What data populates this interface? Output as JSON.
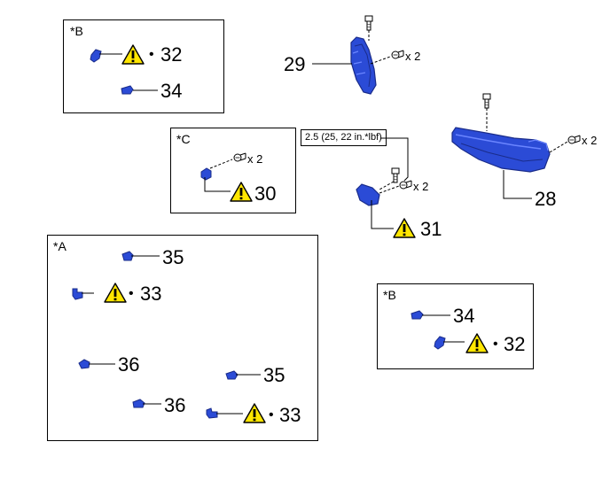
{
  "boxes": {
    "b_top": {
      "label": "*B"
    },
    "c": {
      "label": "*C"
    },
    "a": {
      "label": "*A"
    },
    "b_right": {
      "label": "*B"
    }
  },
  "parts": {
    "p28": "28",
    "p29": "29",
    "p30": "30",
    "p31": "31",
    "p32a": "32",
    "p32b": "32",
    "p33a": "33",
    "p33b": "33",
    "p34a": "34",
    "p34b": "34",
    "p35a": "35",
    "p35b": "35",
    "p36a": "36",
    "p36b": "36"
  },
  "quantity": "x 2",
  "bullet": "•",
  "torque": "2.5 (25, 22 in.*lbf)",
  "colors": {
    "part": "#2b4bd6",
    "part_dark": "#1a2c8a",
    "warning": "#ffe600"
  },
  "icons": {
    "warning": "warning-triangle-icon",
    "clip": "clip-icon",
    "screw": "screw-icon"
  }
}
